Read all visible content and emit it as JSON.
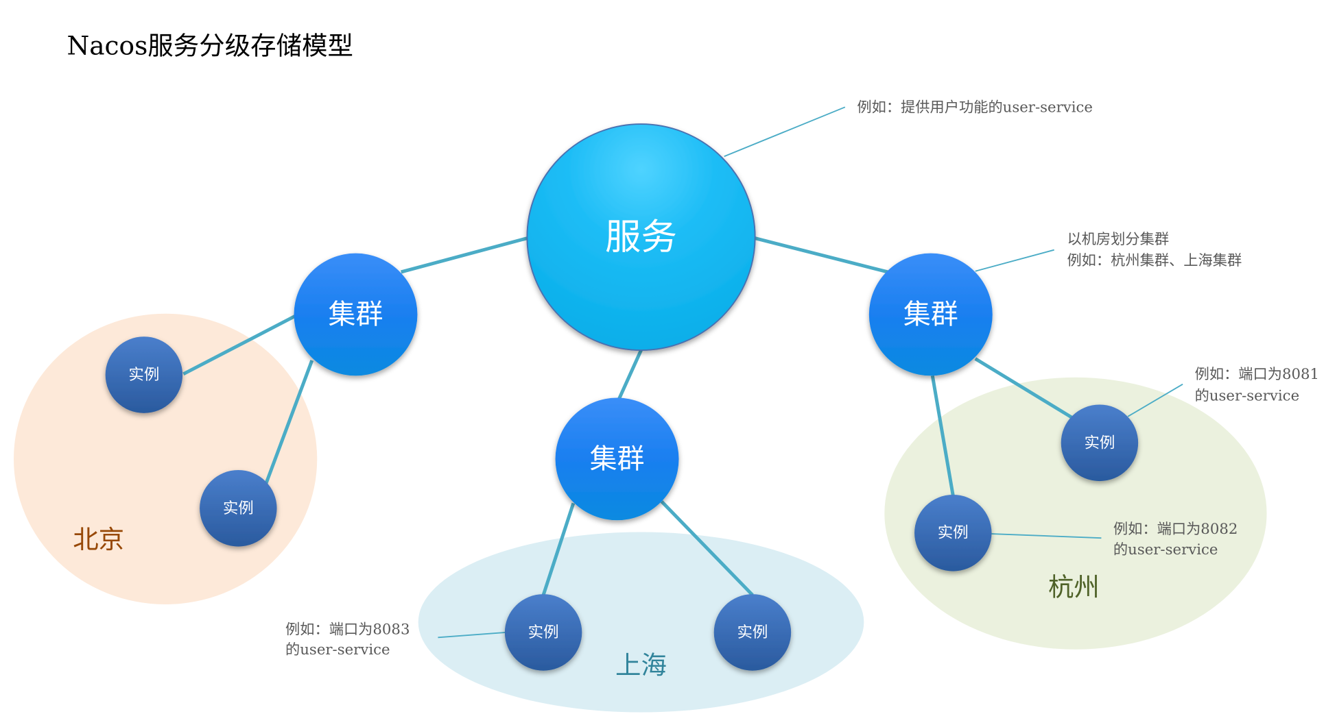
{
  "title": "Nacos服务分级存储模型",
  "service": {
    "label": "服务",
    "annotation": "例如：提供用户功能的user-service"
  },
  "clusters": [
    {
      "label": "集群",
      "region": "北京"
    },
    {
      "label": "集群",
      "region": "上海"
    },
    {
      "label": "集群",
      "region": "杭州",
      "annotation_line1": "以机房划分集群",
      "annotation_line2": "例如：杭州集群、上海集群"
    }
  ],
  "instances": [
    {
      "label": "实例"
    },
    {
      "label": "实例"
    },
    {
      "label": "实例",
      "annotation_line1": "例如：端口为8083",
      "annotation_line2": "的user-service"
    },
    {
      "label": "实例"
    },
    {
      "label": "实例",
      "annotation_line1": "例如：端口为8081",
      "annotation_line2": "的user-service"
    },
    {
      "label": "实例",
      "annotation_line1": "例如：端口为8082",
      "annotation_line2": "的user-service"
    }
  ],
  "regions": {
    "beijing": {
      "label": "北京",
      "fill": "#fde9d9",
      "text_color": "#974806"
    },
    "shanghai": {
      "label": "上海",
      "fill": "#dbeef4",
      "text_color": "#31849b"
    },
    "hangzhou": {
      "label": "杭州",
      "fill": "#ebf1de",
      "text_color": "#4f6228"
    }
  }
}
